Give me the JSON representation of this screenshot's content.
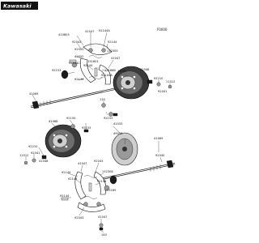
{
  "brand": "Kawasaki",
  "diagram_code": "F0000",
  "part_labels": {
    "p410803": "410803",
    "p41047a": "41047",
    "p92144a": "92144A",
    "p92043a": "92043",
    "p92144b": "92144",
    "p132305": "132305",
    "p92043b": "92043",
    "p49052": "49052",
    "p92144c": "92144C",
    "p41047b": "41047",
    "p92153a": "92153",
    "p92144d": "92144",
    "p131601": "131601",
    "p13186": "13186B",
    "p92144e": "92144",
    "p92144f": "92144A",
    "p41069a": "41069",
    "p13169a": "13169",
    "p92210a": "92210",
    "p11012a": "11012",
    "p41048a": "41048",
    "p92041a": "92041",
    "p130": "130",
    "p92153b": "92153",
    "p41068": "41068",
    "p92150": "92150",
    "p41069b": "41069",
    "p41033": "41033",
    "p41048b": "41048",
    "p92210b": "92210",
    "p11012b": "11012",
    "p92041b": "92041",
    "p92040": "92040",
    "p92144g": "92144",
    "p41047c": "41047",
    "p92043c": "92043",
    "p132306": "132306",
    "p92144h": "92144",
    "p92153c": "92153",
    "p92144i": "92144",
    "p13169b": "13169",
    "p92144j": "92144",
    "p92043d": "92043",
    "p140": "140",
    "p41047d": "41047"
  }
}
